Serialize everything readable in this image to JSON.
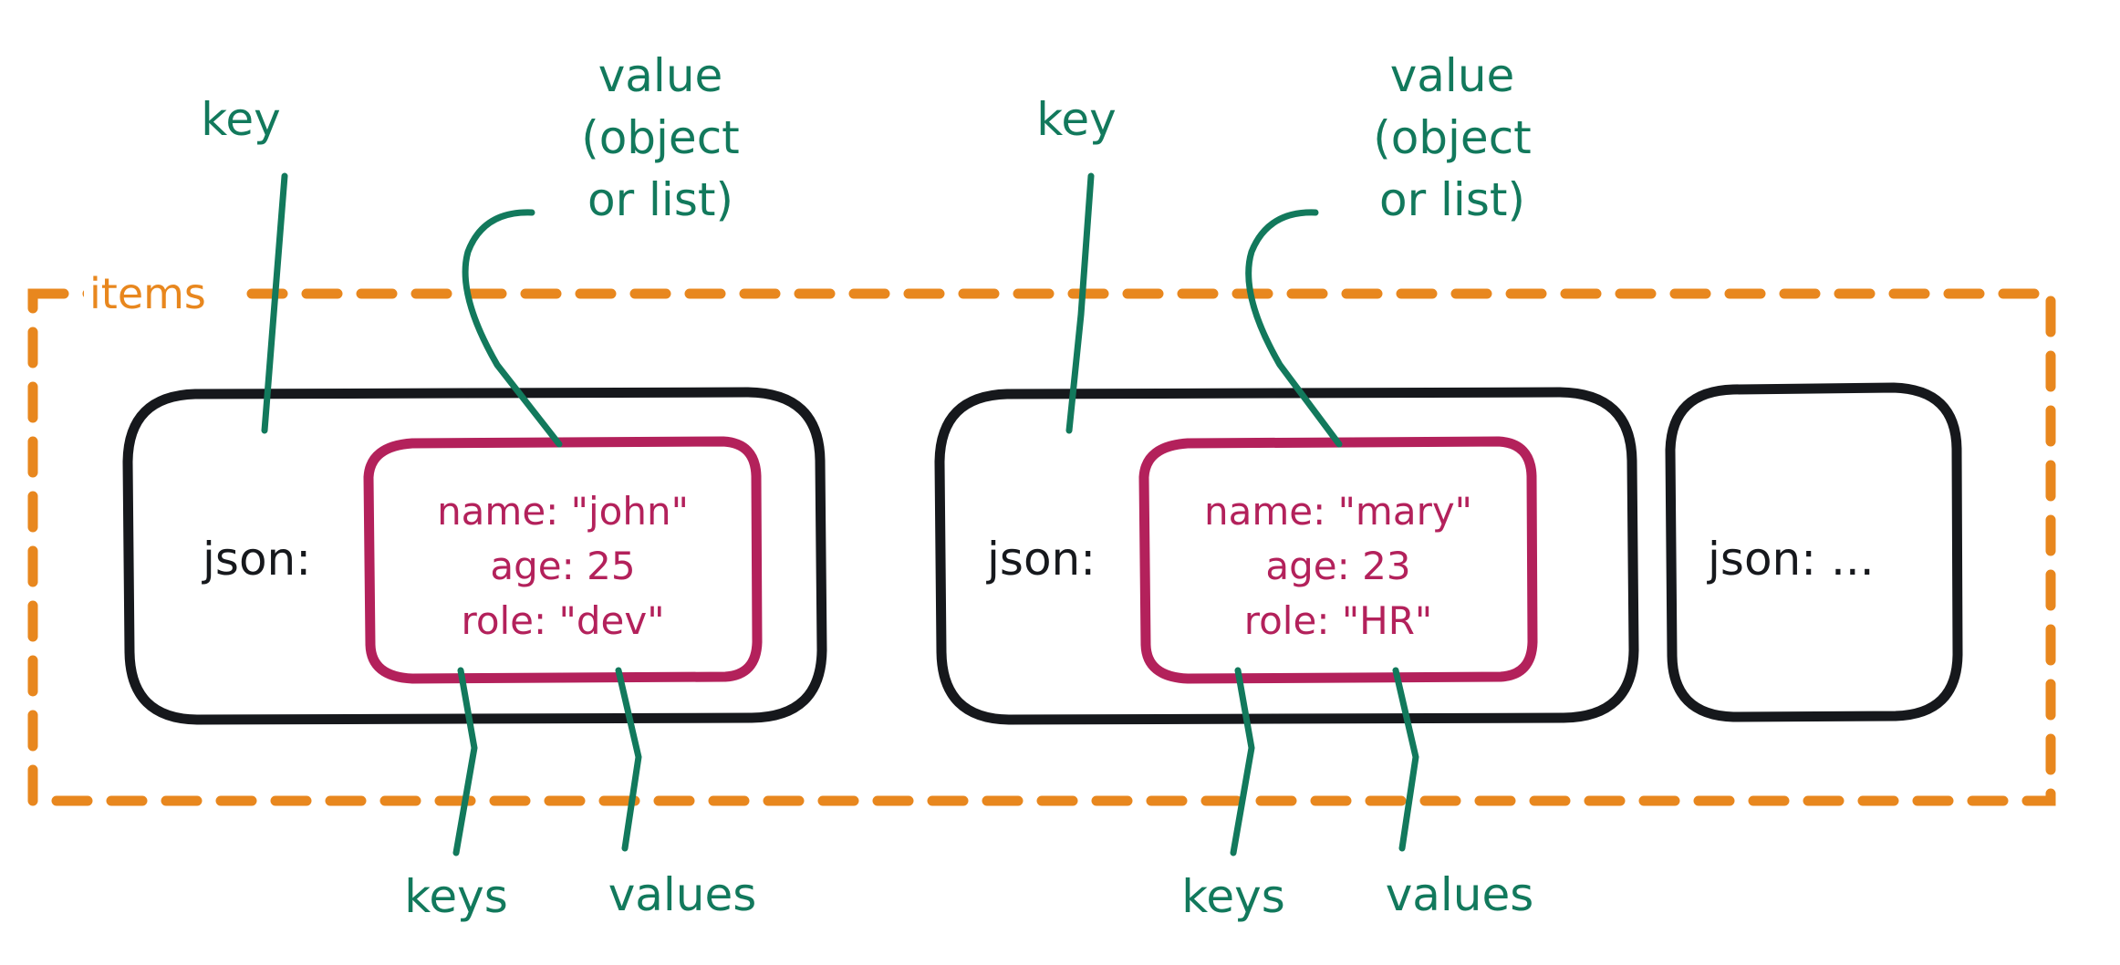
{
  "diagram": {
    "title": "items container of json objects",
    "colors": {
      "green": "#12795C",
      "orange": "#E8871E",
      "crimson": "#B3215B",
      "black": "#16181c",
      "background": "#ffffff"
    },
    "container": {
      "label": "items",
      "style": "dashed"
    },
    "annotations": {
      "key_1": "key",
      "value_1_line1": "value",
      "value_1_line2": "(object",
      "value_1_line3": "or list)",
      "key_2": "key",
      "value_2_line1": "value",
      "value_2_line2": "(object",
      "value_2_line3": "or list)",
      "keys_1": "keys",
      "values_1": "values",
      "keys_2": "keys",
      "values_2": "values"
    },
    "cards": [
      {
        "key_label": "json:",
        "has_value_box": true,
        "value_lines": [
          {
            "key": "name:",
            "value": "\"john\""
          },
          {
            "key": "age:",
            "value": "25"
          },
          {
            "key": "role:",
            "value": "\"dev\""
          }
        ],
        "line_1": "name: \"john\"",
        "line_2": "age: 25",
        "line_3": "role: \"dev\""
      },
      {
        "key_label": "json:",
        "has_value_box": true,
        "value_lines": [
          {
            "key": "name:",
            "value": "\"mary\""
          },
          {
            "key": "age:",
            "value": "23"
          },
          {
            "key": "role:",
            "value": "\"HR\""
          }
        ],
        "line_1": "name: \"mary\"",
        "line_2": "age: 23",
        "line_3": "role: \"HR\""
      },
      {
        "key_label": "json:  ...",
        "has_value_box": false,
        "value_lines": [],
        "line_1": "",
        "line_2": "",
        "line_3": ""
      }
    ]
  }
}
